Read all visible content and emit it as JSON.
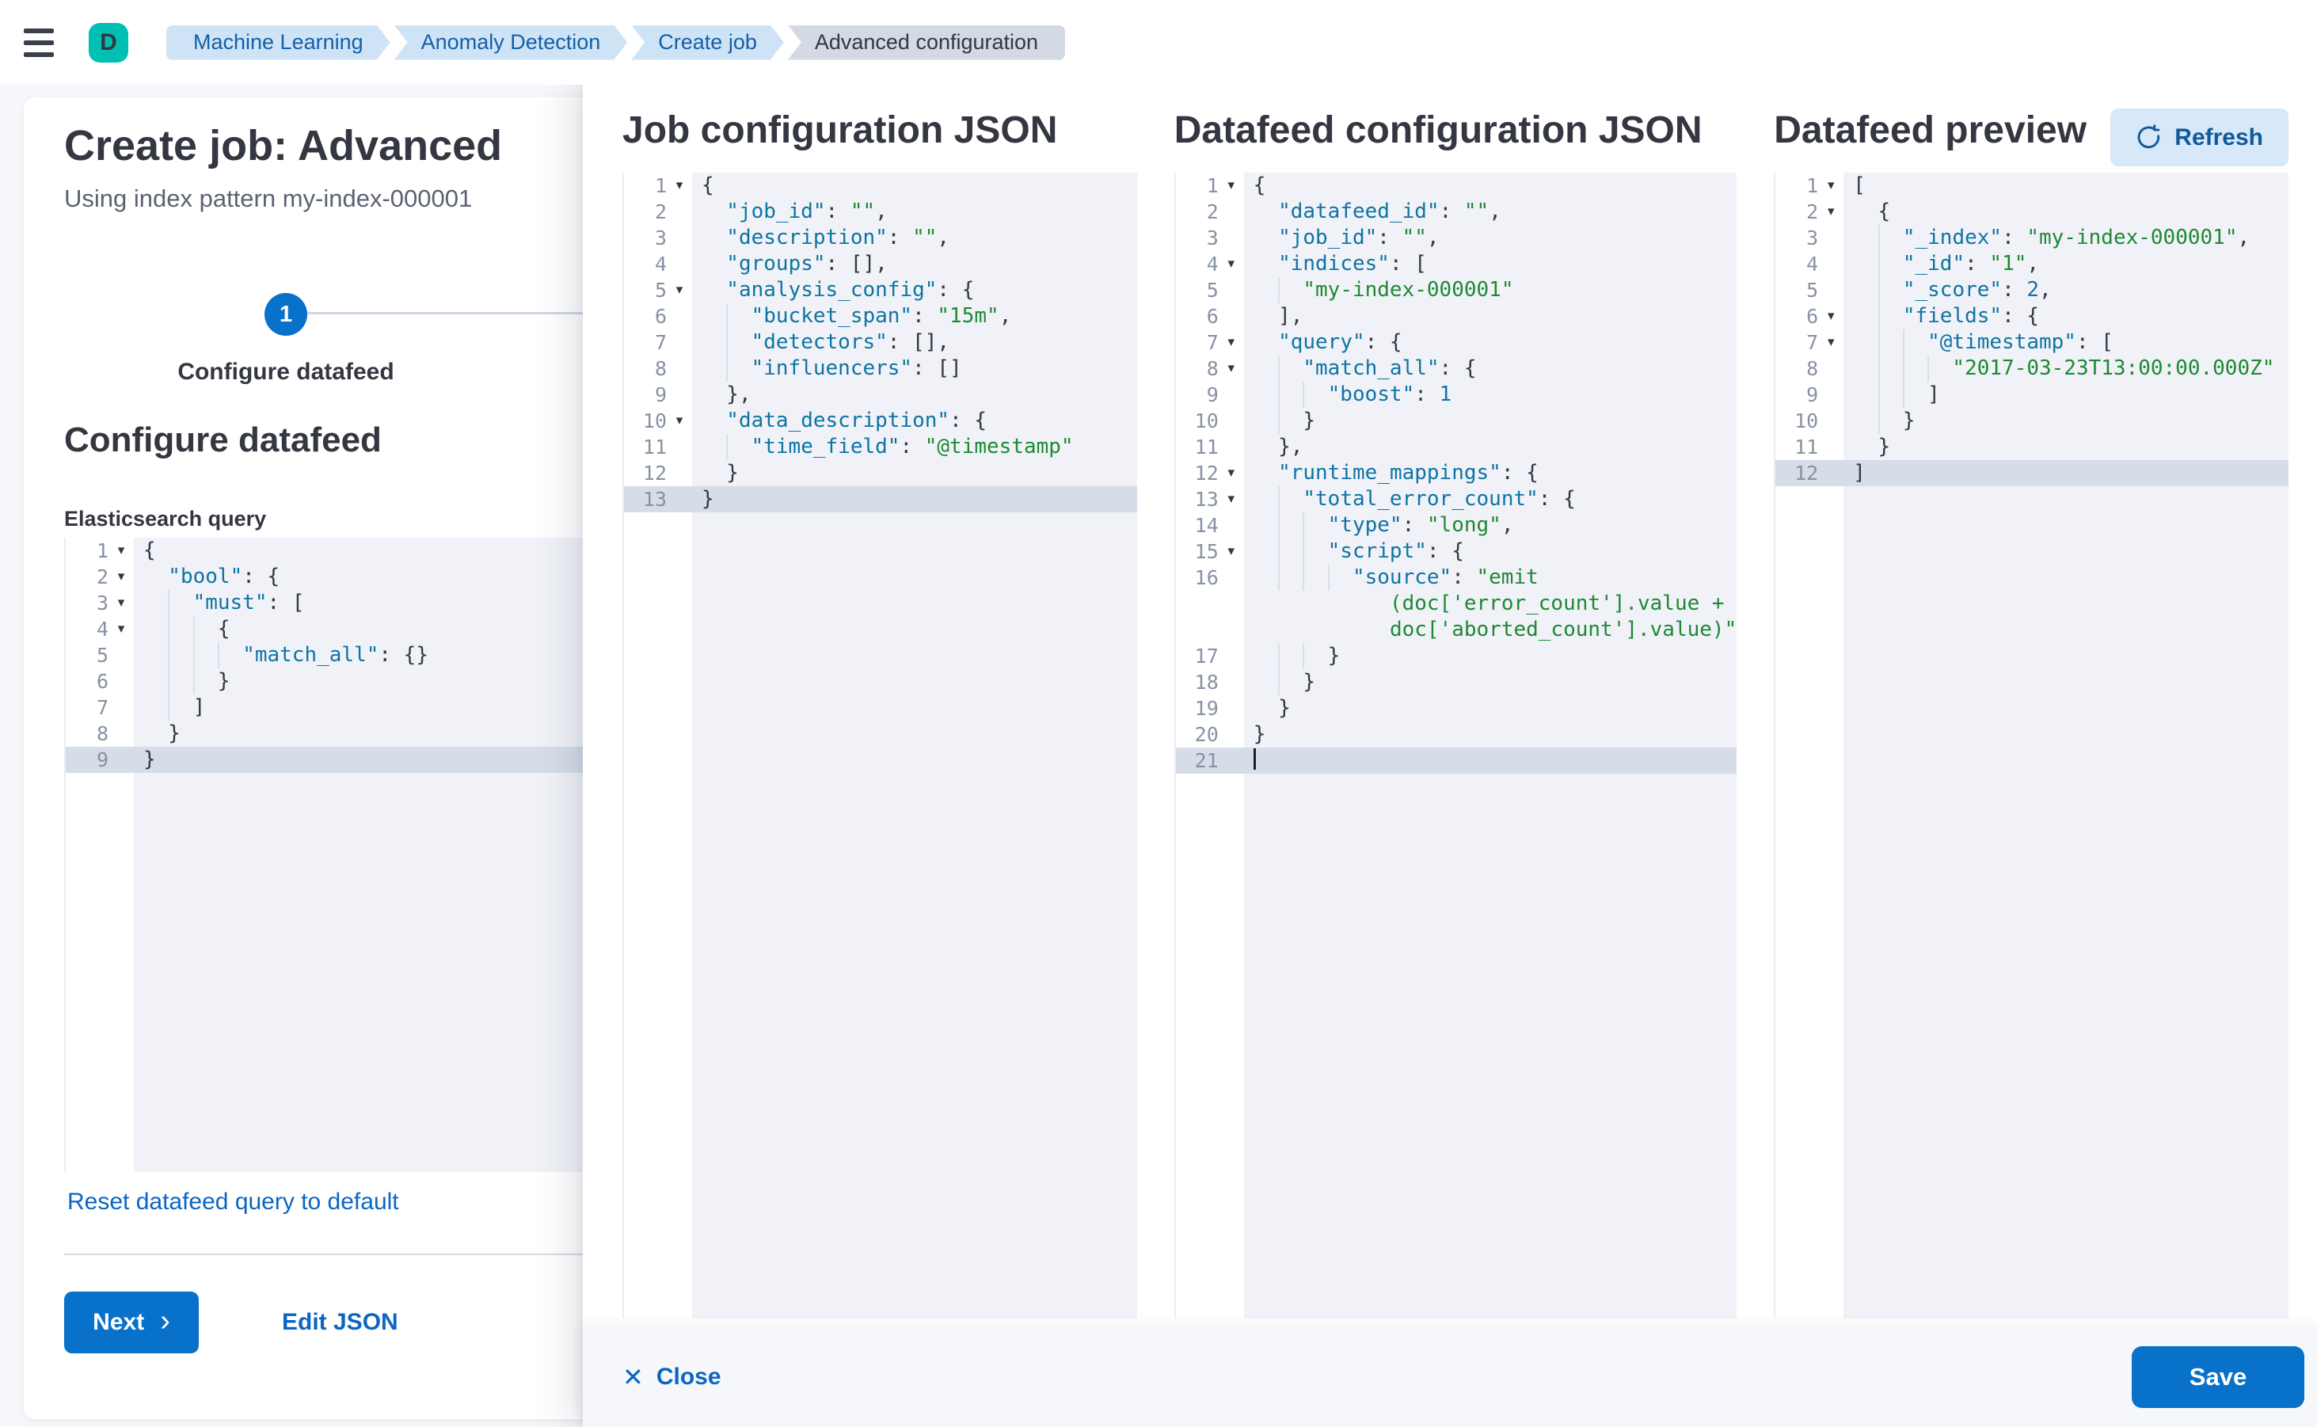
{
  "topbar": {
    "space_badge": "D",
    "breadcrumbs": [
      {
        "label": "Machine Learning",
        "current": false
      },
      {
        "label": "Anomaly Detection",
        "current": false
      },
      {
        "label": "Create job",
        "current": false
      },
      {
        "label": "Advanced configuration",
        "current": true
      }
    ]
  },
  "wizard": {
    "title": "Create job: Advanced",
    "subtitle": "Using index pattern my-index-000001",
    "step": {
      "number": "1",
      "label": "Configure datafeed"
    },
    "section_heading": "Configure datafeed",
    "query_label": "Elasticsearch query",
    "reset_link": "Reset datafeed query to default",
    "next_label": "Next",
    "edit_json_label": "Edit JSON"
  },
  "flyout": {
    "columns": [
      {
        "title": "Job configuration JSON"
      },
      {
        "title": "Datafeed configuration JSON"
      },
      {
        "title": "Datafeed preview"
      }
    ],
    "refresh_label": "Refresh",
    "close_label": "Close",
    "save_label": "Save"
  },
  "icons": {
    "close": "✕",
    "chevron_right": "›",
    "fold": "▾",
    "menu": "hamburger",
    "refresh": "refresh-arrow"
  },
  "colors": {
    "primary": "#0871C9",
    "link": "#0A66C2",
    "badge": "#00BFB3",
    "code_key": "#0E74A3",
    "code_string": "#1E8934",
    "code_punct": "#343741",
    "editor_bg": "#F0F2F7",
    "line_highlight": "#D6DDE9",
    "crumb_blue_bg": "#CFE3F6",
    "crumb_gray_bg": "#D3DAE6",
    "bar_bg": "#F5F7FA"
  },
  "editors": {
    "es_query": {
      "lines": [
        {
          "n": "1",
          "fold": 1,
          "ind": 0,
          "tok": [
            [
              "p",
              "{"
            ]
          ]
        },
        {
          "n": "2",
          "fold": 1,
          "ind": 1,
          "tok": [
            [
              "k",
              "\"bool\""
            ],
            [
              "p",
              ": {"
            ]
          ]
        },
        {
          "n": "3",
          "fold": 1,
          "ind": 2,
          "tok": [
            [
              "k",
              "\"must\""
            ],
            [
              "p",
              ": ["
            ]
          ]
        },
        {
          "n": "4",
          "fold": 1,
          "ind": 3,
          "tok": [
            [
              "p",
              "{"
            ]
          ]
        },
        {
          "n": "5",
          "ind": 4,
          "tok": [
            [
              "k",
              "\"match_all\""
            ],
            [
              "p",
              ": {}"
            ]
          ]
        },
        {
          "n": "6",
          "ind": 3,
          "tok": [
            [
              "p",
              "}"
            ]
          ]
        },
        {
          "n": "7",
          "ind": 2,
          "tok": [
            [
              "p",
              "]"
            ]
          ]
        },
        {
          "n": "8",
          "ind": 1,
          "tok": [
            [
              "p",
              "}"
            ]
          ]
        },
        {
          "n": "9",
          "ind": 0,
          "hl": 1,
          "tok": [
            [
              "p",
              "}"
            ]
          ]
        }
      ]
    },
    "job_config": {
      "lines": [
        {
          "n": "1",
          "fold": 1,
          "ind": 0,
          "tok": [
            [
              "p",
              "{"
            ]
          ]
        },
        {
          "n": "2",
          "ind": 1,
          "tok": [
            [
              "k",
              "\"job_id\""
            ],
            [
              "p",
              ": "
            ],
            [
              "s",
              "\"\""
            ],
            [
              "p",
              ","
            ]
          ]
        },
        {
          "n": "3",
          "ind": 1,
          "tok": [
            [
              "k",
              "\"description\""
            ],
            [
              "p",
              ": "
            ],
            [
              "s",
              "\"\""
            ],
            [
              "p",
              ","
            ]
          ]
        },
        {
          "n": "4",
          "ind": 1,
          "tok": [
            [
              "k",
              "\"groups\""
            ],
            [
              "p",
              ": [],"
            ]
          ]
        },
        {
          "n": "5",
          "fold": 1,
          "ind": 1,
          "tok": [
            [
              "k",
              "\"analysis_config\""
            ],
            [
              "p",
              ": {"
            ]
          ]
        },
        {
          "n": "6",
          "ind": 2,
          "tok": [
            [
              "k",
              "\"bucket_span\""
            ],
            [
              "p",
              ": "
            ],
            [
              "s",
              "\"15m\""
            ],
            [
              "p",
              ","
            ]
          ]
        },
        {
          "n": "7",
          "ind": 2,
          "tok": [
            [
              "k",
              "\"detectors\""
            ],
            [
              "p",
              ": [],"
            ]
          ]
        },
        {
          "n": "8",
          "ind": 2,
          "tok": [
            [
              "k",
              "\"influencers\""
            ],
            [
              "p",
              ": []"
            ]
          ]
        },
        {
          "n": "9",
          "ind": 1,
          "tok": [
            [
              "p",
              "},"
            ]
          ]
        },
        {
          "n": "10",
          "fold": 1,
          "ind": 1,
          "tok": [
            [
              "k",
              "\"data_description\""
            ],
            [
              "p",
              ": {"
            ]
          ]
        },
        {
          "n": "11",
          "ind": 2,
          "tok": [
            [
              "k",
              "\"time_field\""
            ],
            [
              "p",
              ": "
            ],
            [
              "s",
              "\"@timestamp\""
            ]
          ]
        },
        {
          "n": "12",
          "ind": 1,
          "tok": [
            [
              "p",
              "}"
            ]
          ]
        },
        {
          "n": "13",
          "ind": 0,
          "hl": 1,
          "tok": [
            [
              "p",
              "}"
            ]
          ]
        }
      ]
    },
    "datafeed_config": {
      "lines": [
        {
          "n": "1",
          "fold": 1,
          "ind": 0,
          "tok": [
            [
              "p",
              "{"
            ]
          ]
        },
        {
          "n": "2",
          "ind": 1,
          "tok": [
            [
              "k",
              "\"datafeed_id\""
            ],
            [
              "p",
              ": "
            ],
            [
              "s",
              "\"\""
            ],
            [
              "p",
              ","
            ]
          ]
        },
        {
          "n": "3",
          "ind": 1,
          "tok": [
            [
              "k",
              "\"job_id\""
            ],
            [
              "p",
              ": "
            ],
            [
              "s",
              "\"\""
            ],
            [
              "p",
              ","
            ]
          ]
        },
        {
          "n": "4",
          "fold": 1,
          "ind": 1,
          "tok": [
            [
              "k",
              "\"indices\""
            ],
            [
              "p",
              ": ["
            ]
          ]
        },
        {
          "n": "5",
          "ind": 2,
          "tok": [
            [
              "s",
              "\"my-index-000001\""
            ]
          ]
        },
        {
          "n": "6",
          "ind": 1,
          "tok": [
            [
              "p",
              "],"
            ]
          ]
        },
        {
          "n": "7",
          "fold": 1,
          "ind": 1,
          "tok": [
            [
              "k",
              "\"query\""
            ],
            [
              "p",
              ": {"
            ]
          ]
        },
        {
          "n": "8",
          "fold": 1,
          "ind": 2,
          "tok": [
            [
              "k",
              "\"match_all\""
            ],
            [
              "p",
              ": {"
            ]
          ]
        },
        {
          "n": "9",
          "ind": 3,
          "tok": [
            [
              "k",
              "\"boost\""
            ],
            [
              "p",
              ": "
            ],
            [
              "n",
              "1"
            ]
          ]
        },
        {
          "n": "10",
          "ind": 2,
          "tok": [
            [
              "p",
              "}"
            ]
          ]
        },
        {
          "n": "11",
          "ind": 1,
          "tok": [
            [
              "p",
              "},"
            ]
          ]
        },
        {
          "n": "12",
          "fold": 1,
          "ind": 1,
          "tok": [
            [
              "k",
              "\"runtime_mappings\""
            ],
            [
              "p",
              ": {"
            ]
          ]
        },
        {
          "n": "13",
          "fold": 1,
          "ind": 2,
          "tok": [
            [
              "k",
              "\"total_error_count\""
            ],
            [
              "p",
              ": {"
            ]
          ]
        },
        {
          "n": "14",
          "ind": 3,
          "tok": [
            [
              "k",
              "\"type\""
            ],
            [
              "p",
              ": "
            ],
            [
              "s",
              "\"long\""
            ],
            [
              "p",
              ","
            ]
          ]
        },
        {
          "n": "15",
          "fold": 1,
          "ind": 3,
          "tok": [
            [
              "k",
              "\"script\""
            ],
            [
              "p",
              ": {"
            ]
          ]
        },
        {
          "n": "16",
          "ind": 4,
          "tok": [
            [
              "k",
              "\"source\""
            ],
            [
              "p",
              ": "
            ],
            [
              "s",
              "\"emit"
            ]
          ]
        },
        {
          "cont": 1,
          "pad": 11,
          "tok": [
            [
              "s",
              "(doc['error_count'].value +"
            ]
          ]
        },
        {
          "cont": 1,
          "pad": 11,
          "tok": [
            [
              "s",
              "doc['aborted_count'].value)\""
            ]
          ]
        },
        {
          "n": "17",
          "ind": 3,
          "tok": [
            [
              "p",
              "}"
            ]
          ]
        },
        {
          "n": "18",
          "ind": 2,
          "tok": [
            [
              "p",
              "}"
            ]
          ]
        },
        {
          "n": "19",
          "ind": 1,
          "tok": [
            [
              "p",
              "}"
            ]
          ]
        },
        {
          "n": "20",
          "ind": 0,
          "tok": [
            [
              "p",
              "}"
            ]
          ]
        },
        {
          "n": "21",
          "ind": 0,
          "hl": 1,
          "cursor": 1,
          "tok": []
        }
      ]
    },
    "datafeed_preview": {
      "lines": [
        {
          "n": "1",
          "fold": 1,
          "ind": 0,
          "tok": [
            [
              "p",
              "["
            ]
          ]
        },
        {
          "n": "2",
          "fold": 1,
          "ind": 1,
          "tok": [
            [
              "p",
              "{"
            ]
          ]
        },
        {
          "n": "3",
          "ind": 2,
          "tok": [
            [
              "k",
              "\"_index\""
            ],
            [
              "p",
              ": "
            ],
            [
              "s",
              "\"my-index-000001\""
            ],
            [
              "p",
              ","
            ]
          ]
        },
        {
          "n": "4",
          "ind": 2,
          "tok": [
            [
              "k",
              "\"_id\""
            ],
            [
              "p",
              ": "
            ],
            [
              "s",
              "\"1\""
            ],
            [
              "p",
              ","
            ]
          ]
        },
        {
          "n": "5",
          "ind": 2,
          "tok": [
            [
              "k",
              "\"_score\""
            ],
            [
              "p",
              ": "
            ],
            [
              "n",
              "2"
            ],
            [
              "p",
              ","
            ]
          ]
        },
        {
          "n": "6",
          "fold": 1,
          "ind": 2,
          "tok": [
            [
              "k",
              "\"fields\""
            ],
            [
              "p",
              ": {"
            ]
          ]
        },
        {
          "n": "7",
          "fold": 1,
          "ind": 3,
          "tok": [
            [
              "k",
              "\"@timestamp\""
            ],
            [
              "p",
              ": ["
            ]
          ]
        },
        {
          "n": "8",
          "ind": 4,
          "tok": [
            [
              "s",
              "\"2017-03-23T13:00:00.000Z\""
            ]
          ]
        },
        {
          "n": "9",
          "ind": 3,
          "tok": [
            [
              "p",
              "]"
            ]
          ]
        },
        {
          "n": "10",
          "ind": 2,
          "tok": [
            [
              "p",
              "}"
            ]
          ]
        },
        {
          "n": "11",
          "ind": 1,
          "tok": [
            [
              "p",
              "}"
            ]
          ]
        },
        {
          "n": "12",
          "ind": 0,
          "hl": 1,
          "tok": [
            [
              "p",
              "]"
            ]
          ]
        }
      ]
    }
  }
}
